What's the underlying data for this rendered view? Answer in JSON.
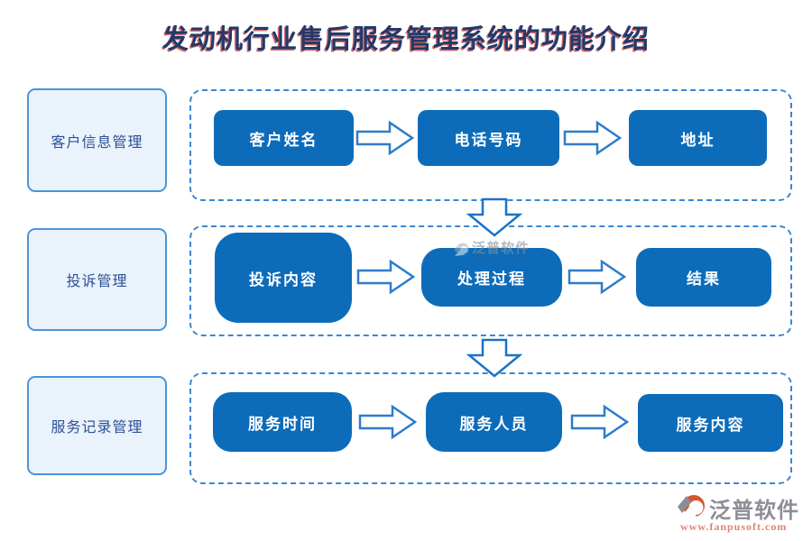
{
  "title": "发动机行业售后服务管理系统的功能介绍",
  "rows": [
    {
      "label": "客户信息管理",
      "steps": [
        "客户姓名",
        "电话号码",
        "地址"
      ]
    },
    {
      "label": "投诉管理",
      "steps": [
        "投诉内容",
        "处理过程",
        "结果"
      ]
    },
    {
      "label": "服务记录管理",
      "steps": [
        "服务时间",
        "服务人员",
        "服务内容"
      ]
    }
  ],
  "watermark": {
    "brand": "泛普软件",
    "url": "www.fanpusoft.com"
  },
  "footer": {
    "brand": "泛普软件",
    "url": "www.fanpusoft.com"
  },
  "colors": {
    "step_box_blue": "#0d6cba",
    "outline_blue": "#3b87d3",
    "label_bg": "#eaf2fb",
    "label_border": "#4b94da",
    "label_text": "#2d5096",
    "title_text": "#203a6b",
    "title_shadow": "#c93232",
    "footer_brand_gray": "#8e8e96",
    "footer_url_salmon": "#e08573",
    "logo_orange": "#d4552f",
    "logo_gray": "#8b8d96"
  }
}
